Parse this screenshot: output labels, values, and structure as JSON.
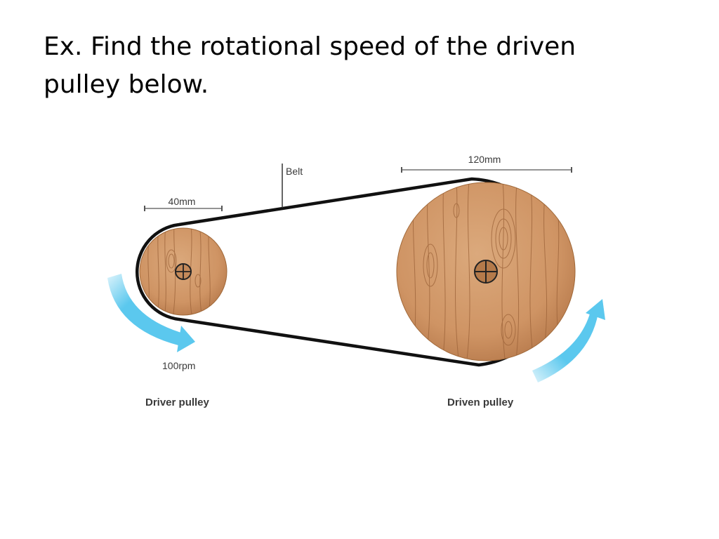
{
  "slide": {
    "title_line1": "Ex.  Find the rotational speed of the driven",
    "title_line2": "pulley below."
  },
  "diagram": {
    "belt_label": "Belt",
    "driver_diameter_label": "40mm",
    "driven_diameter_label": "120mm",
    "driver_speed_label": "100rpm",
    "driver_caption": "Driver pulley",
    "driven_caption": "Driven pulley"
  },
  "colors": {
    "wood_light": "#d8a274",
    "wood_dark": "#b77a4c",
    "wood_grain": "#9b6238",
    "belt": "#111111",
    "arrow": "#5bc8ee"
  },
  "icons": {
    "axle": "crosshair-circle",
    "rotation": "curved-arrow"
  }
}
